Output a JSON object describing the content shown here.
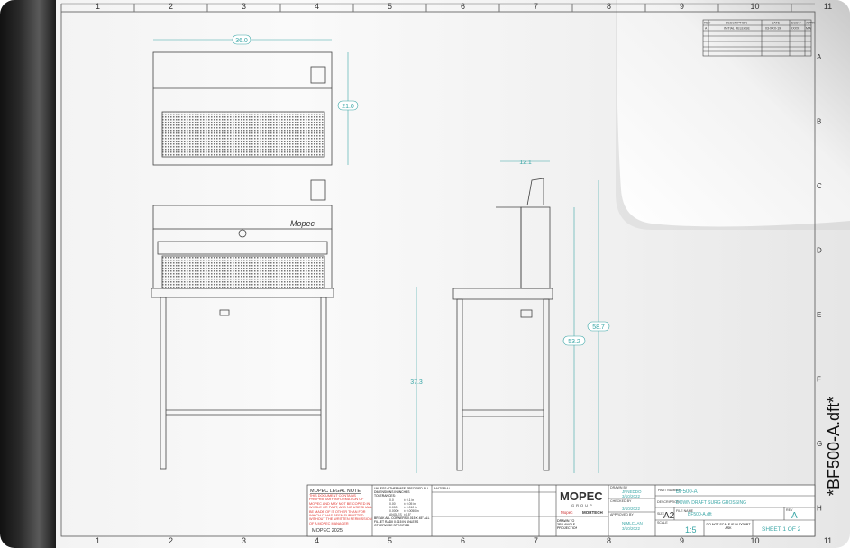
{
  "file_name": "*BF500-A.dft*",
  "border": {
    "columns": [
      "1",
      "2",
      "3",
      "4",
      "5",
      "6",
      "7",
      "8",
      "9",
      "10",
      "11"
    ],
    "rows": [
      "A",
      "B",
      "C",
      "D",
      "E",
      "F",
      "G",
      "H"
    ]
  },
  "dimensions": {
    "width": "36.0",
    "height": "21.0",
    "side_depth": "12.1",
    "height_a": "53.2",
    "height_b": "58.7",
    "leg_height": "37.3"
  },
  "logo": "Mopec",
  "revision_table": {
    "headers": [
      "REV",
      "DESCRIPTION",
      "DATE",
      "ECO #",
      "APPR"
    ],
    "rows": [
      [
        "A",
        "INITIAL RELEASE",
        "03-XXX-19",
        "XXXX",
        "MW"
      ]
    ]
  },
  "title_block": {
    "legal_title": "MOPEC LEGAL NOTE",
    "legal_text": "THIS DOCUMENT CONTAINS PROPRIETARY INFORMATION OF MOPEC AND MAY NOT BE COPIED IN WHOLE OR PART, AND NO USE SHALL BE MADE OF IT OTHER THAN FOR WHICH IT HAS BEEN SUBMITTED WITHOUT THE WRITTEN PERMISSION OF A MOPEC MANAGER",
    "copyright": "MOPEC 2025",
    "tolerance_text": "UNLESS OTHERWISE SPECIFIED ALL DIMENSIONS IN INCHES TOLERANCES:",
    "tolerances": [
      [
        "0.0",
        "± 0.1 in"
      ],
      [
        "0.00",
        "± 0.05 in"
      ],
      [
        "0.000",
        "± 0.010 in"
      ],
      [
        "0.0000",
        "± 0.0050 in"
      ],
      [
        "ANGLES",
        "±0.5°"
      ]
    ],
    "break_text": "BREAK ALL CORNERS 0.015 X 45° ALL FILLET RADII 0.015 IN UNLESS OTHERWISE SPECIFIED",
    "material_label": "MATERIAL",
    "company": "MOPEC",
    "company_sub": "GROUP",
    "brand_a": "Mopec",
    "brand_b": "MORTECH",
    "projection": "DRAWN TO 3RD ANGLE PROJECTION",
    "drawn_by_label": "DRAWN BY",
    "drawn_by": "JPNEDDO",
    "drawn_date": "3/10/2022",
    "checked_label": "CHECKED BY",
    "checked_date": "3/10/2022",
    "approved_label": "APPROVED BY",
    "approved_by": "NIMLCLAN",
    "approved_date": "3/10/2022",
    "part_label": "PART NUMBER",
    "part_number": "BF500-A",
    "description_label": "DESCRIPTION",
    "description": "DOWN DRAFT SURG GROSSING",
    "size_label": "SIZE",
    "size": "A2",
    "file_label": "FILE NAME",
    "file": "BF500-A.dft",
    "rev_label": "REV",
    "rev": "A",
    "scale_label": "SCALE",
    "scale": "1:5",
    "noscale": "DO NOT SCALE IF IN DOUBT ASK",
    "sheet": "SHEET 1 OF 2"
  },
  "colors": {
    "annotation": "#3aa6a6",
    "legal": "#e0302a",
    "roll": "#1a1a1a"
  }
}
